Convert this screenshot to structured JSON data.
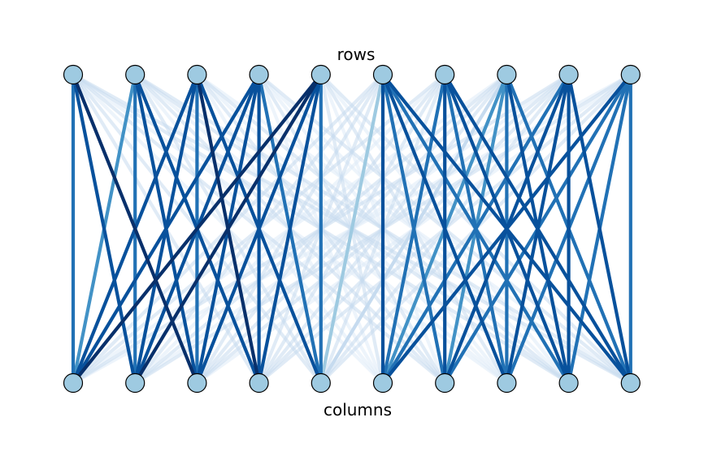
{
  "labels": {
    "top": "rows",
    "bottom": "columns"
  },
  "colors": {
    "node_fill": "#9ecae1",
    "node_stroke": "#000000",
    "colormap": [
      "#deebf7",
      "#c6dbef",
      "#9ecae1",
      "#6baed6",
      "#4292c6",
      "#2171b5",
      "#08519c",
      "#08306b"
    ]
  },
  "chart_data": {
    "type": "bipartite-graph",
    "top_nodes": 10,
    "bottom_nodes": 10,
    "top_label": "rows",
    "bottom_label": "columns",
    "weights": [
      [
        0.75,
        0.85,
        0.95,
        0.1,
        0.1,
        0.05,
        0.1,
        0.05,
        0.1,
        0.1
      ],
      [
        0.6,
        0.75,
        0.9,
        0.85,
        0.1,
        0.05,
        0.1,
        0.05,
        0.1,
        0.1
      ],
      [
        0.85,
        0.9,
        0.7,
        0.95,
        0.8,
        0.05,
        0.1,
        0.05,
        0.1,
        0.05
      ],
      [
        0.8,
        0.9,
        0.85,
        0.8,
        0.75,
        0.05,
        0.1,
        0.05,
        0.05,
        0.1
      ],
      [
        0.95,
        1.0,
        0.9,
        0.85,
        0.7,
        0.1,
        0.05,
        0.1,
        0.05,
        0.1
      ],
      [
        0.1,
        0.1,
        0.1,
        0.1,
        0.3,
        0.8,
        0.75,
        0.85,
        0.75,
        0.8
      ],
      [
        0.1,
        0.05,
        0.1,
        0.1,
        0.15,
        0.75,
        0.8,
        0.7,
        0.9,
        0.85
      ],
      [
        0.05,
        0.1,
        0.1,
        0.1,
        0.2,
        0.6,
        0.55,
        0.75,
        0.8,
        0.75
      ],
      [
        0.1,
        0.05,
        0.1,
        0.1,
        0.1,
        0.75,
        0.85,
        0.8,
        0.9,
        0.85
      ],
      [
        0.05,
        0.1,
        0.05,
        0.1,
        0.1,
        0.85,
        0.7,
        0.75,
        0.65,
        0.75
      ]
    ]
  }
}
